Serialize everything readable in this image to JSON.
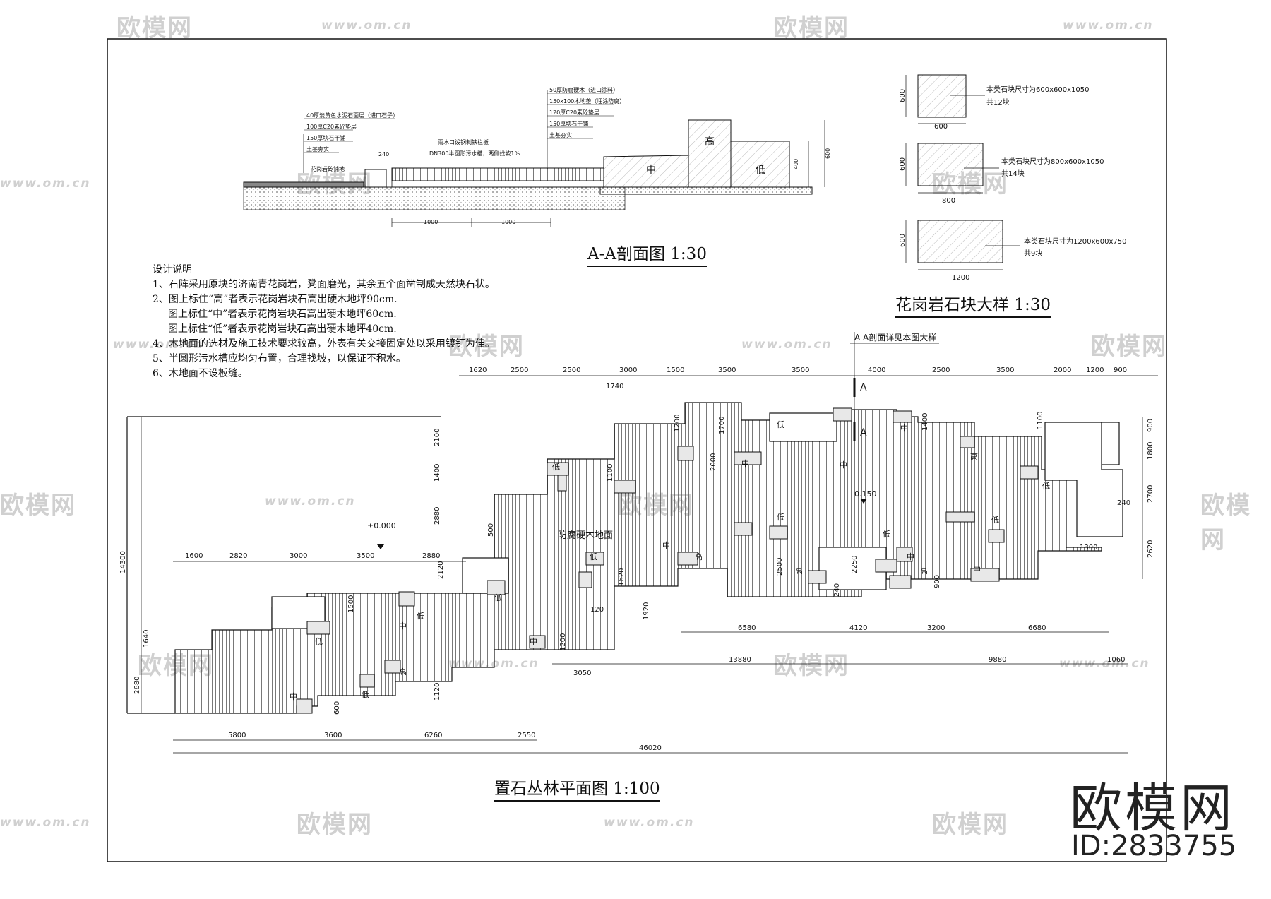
{
  "watermark": {
    "brand": "欧模网",
    "url": "www.om.cn",
    "id": "ID:2833755"
  },
  "section": {
    "title": "A-A剖面图  1:30",
    "layers_left": [
      "40厚淡黄色水泥石面层（进口石子）",
      "100厚C20素砼垫层",
      "150厚块石干铺",
      "土基夯实"
    ],
    "layers_right": [
      "50厚防腐硬木（进口涂料）",
      "150x100木地垄（埋涂防腐）",
      "120厚C20素砼垫层",
      "150厚块石干铺",
      "土基夯实"
    ],
    "notes": [
      "雨水口设钢制铁栏板",
      "DN300半圆形污水槽，两侧找坡1%",
      "花岗岩砖铺地"
    ],
    "stones": [
      "中",
      "高",
      "低"
    ],
    "dims": [
      "240",
      "1000",
      "1000",
      "400",
      "600"
    ]
  },
  "detail": {
    "title": "花岗岩石块大样  1:30",
    "blocks": [
      {
        "height": "600",
        "width": "600",
        "text1": "本类石块尺寸为600x600x1050",
        "text2": "共12块"
      },
      {
        "height": "600",
        "width": "800",
        "text1": "本类石块尺寸为800x600x1050",
        "text2": "共14块"
      },
      {
        "height": "600",
        "width": "1200",
        "text1": "本类石块尺寸为1200x600x750",
        "text2": "共9块"
      }
    ]
  },
  "design_notes": {
    "heading": "设计说明",
    "lines": [
      "1、石阵采用原块的济南青花岗岩，凳面磨光，其余五个面凿制成天然块石状。",
      "2、图上标住“高”者表示花岗岩块石高出硬木地坪90cm.",
      "图上标住“中”者表示花岗岩块石高出硬木地坪60cm.",
      "图上标住“低”者表示花岗岩块石高出硬木地坪40cm.",
      "4、木地面的选材及施工技术要求较高，外表有关交接固定处以采用镀钉为佳。",
      "5、半圆形污水槽应均匀布置，合理找坡，以保证不积水。",
      "6、木地面不设板缝。"
    ]
  },
  "plan": {
    "title": "置石丛林平面图  1:100",
    "section_ref": "A-A剖面详见本图大样",
    "section_mark": "A",
    "floor_label": "防腐硬木地面",
    "elev_low": "±0.000",
    "elev_high": "0.150",
    "stone_labels": [
      "高",
      "中",
      "低"
    ],
    "dims_top": [
      "1620",
      "2500",
      "2500",
      "3000",
      "1500",
      "3500",
      "3500",
      "4000",
      "2500",
      "3500",
      "2000",
      "1200",
      "900"
    ],
    "dims_mid": [
      "1600",
      "2820",
      "3000",
      "3500",
      "2880"
    ],
    "dims_bottom": [
      "5800",
      "3600",
      "6260",
      "2550"
    ],
    "dims_total": "46020",
    "dims_right_bottom": [
      "6580",
      "4120",
      "3200",
      "6680"
    ],
    "dims_right_long": [
      "13880",
      "9880",
      "1060",
      "3050"
    ],
    "dims_left": [
      "14300",
      "2680",
      "1640"
    ],
    "dims_right_side": [
      "900",
      "1800",
      "2700",
      "2620"
    ],
    "dims_inner": [
      "2100",
      "1400",
      "2880",
      "2120",
      "1740",
      "1200",
      "1700",
      "2000",
      "1100",
      "1400",
      "1100",
      "1500",
      "1200",
      "1920",
      "1620",
      "2500",
      "2250",
      "240",
      "900",
      "1300",
      "240",
      "1120",
      "600",
      "500",
      "120"
    ]
  }
}
